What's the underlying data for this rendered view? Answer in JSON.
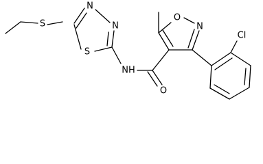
{
  "atoms": {
    "n_thiadiazole_top": "N",
    "n_thiadiazole_right": "N",
    "s_thiadiazole": "S",
    "s_thioether": "S",
    "n_amide": "NH",
    "o_isoxazole": "O",
    "n_isoxazole": "N",
    "o_carbonyl": "O",
    "cl": "Cl"
  },
  "colors": {
    "ink": "#000000",
    "background": "#ffffff"
  }
}
